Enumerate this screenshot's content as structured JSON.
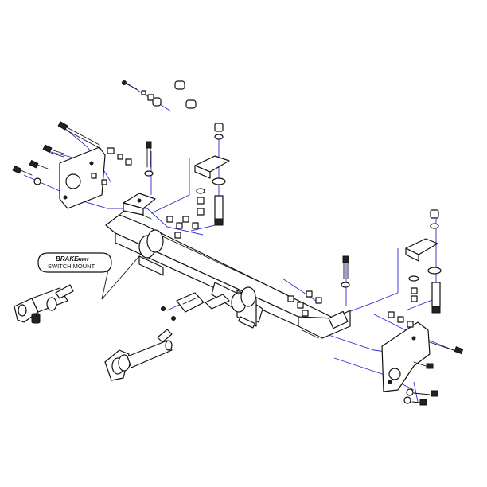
{
  "callout": {
    "brake_word": "BRAKE",
    "away_word": "AWAY",
    "second_line": "SWITCH MOUNT"
  },
  "colors": {
    "line_art": "#111111",
    "guide_lines": "#2b2bd6",
    "background": "#ffffff"
  }
}
